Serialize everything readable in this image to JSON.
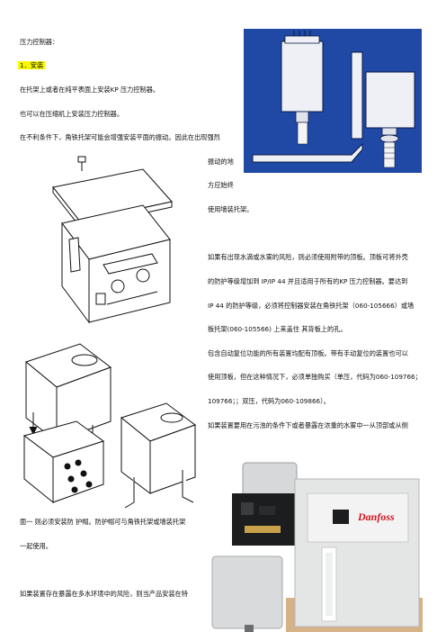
{
  "doc": {
    "title": "压力控制器：",
    "section_heading": "1．安装",
    "lines": [
      "在托架上或者在纯平表面上安装KP  压力控制器。",
      "也可以在压缩机上安装压力控制器。",
      "在不利条件下，角铁托架可能会增强安装平面的振动。因此在出现强烈",
      "振动的地",
      "方应始终",
      "使用墙装托架。",
      "如果有出现水滴或水雾的风险，则必须使用附带的顶板。顶板可将外壳",
      "的防护等级增加到 IP/IP 44  并且适用于所有的KP  压力控制器。要达到",
      "IP  44  的防护等级，必须将控制器安装在角铁托架（060-105666）或墙",
      "板托架(060-105566)  上来盖住  其背板上的孔。",
      "包含自动复位功能的所有装置均配有顶板。带有手动复位的装置也可以",
      "使用顶板，但在这种情况下，必须单独购买（单压，代码为060-109766；",
      "109766；；双压，代码为060-109866）。",
      "如果装置要用在污浊的条件下或者暴露在浓重的水雾中一从顶部或从侧",
      "面一  则必须安装防  护帽。防护帽可与角铁托架或墙装托架",
      "一起使用。",
      "如果装置存在暴露在多水环境中的风险，则当产品安装在特"
    ],
    "brand_logo_text": "Danfoss",
    "colors": {
      "highlight": "#f7f700",
      "photo_blue": "#1f49a5",
      "device_gray": "#cfd2d3",
      "logo_red": "#d0141c"
    }
  }
}
